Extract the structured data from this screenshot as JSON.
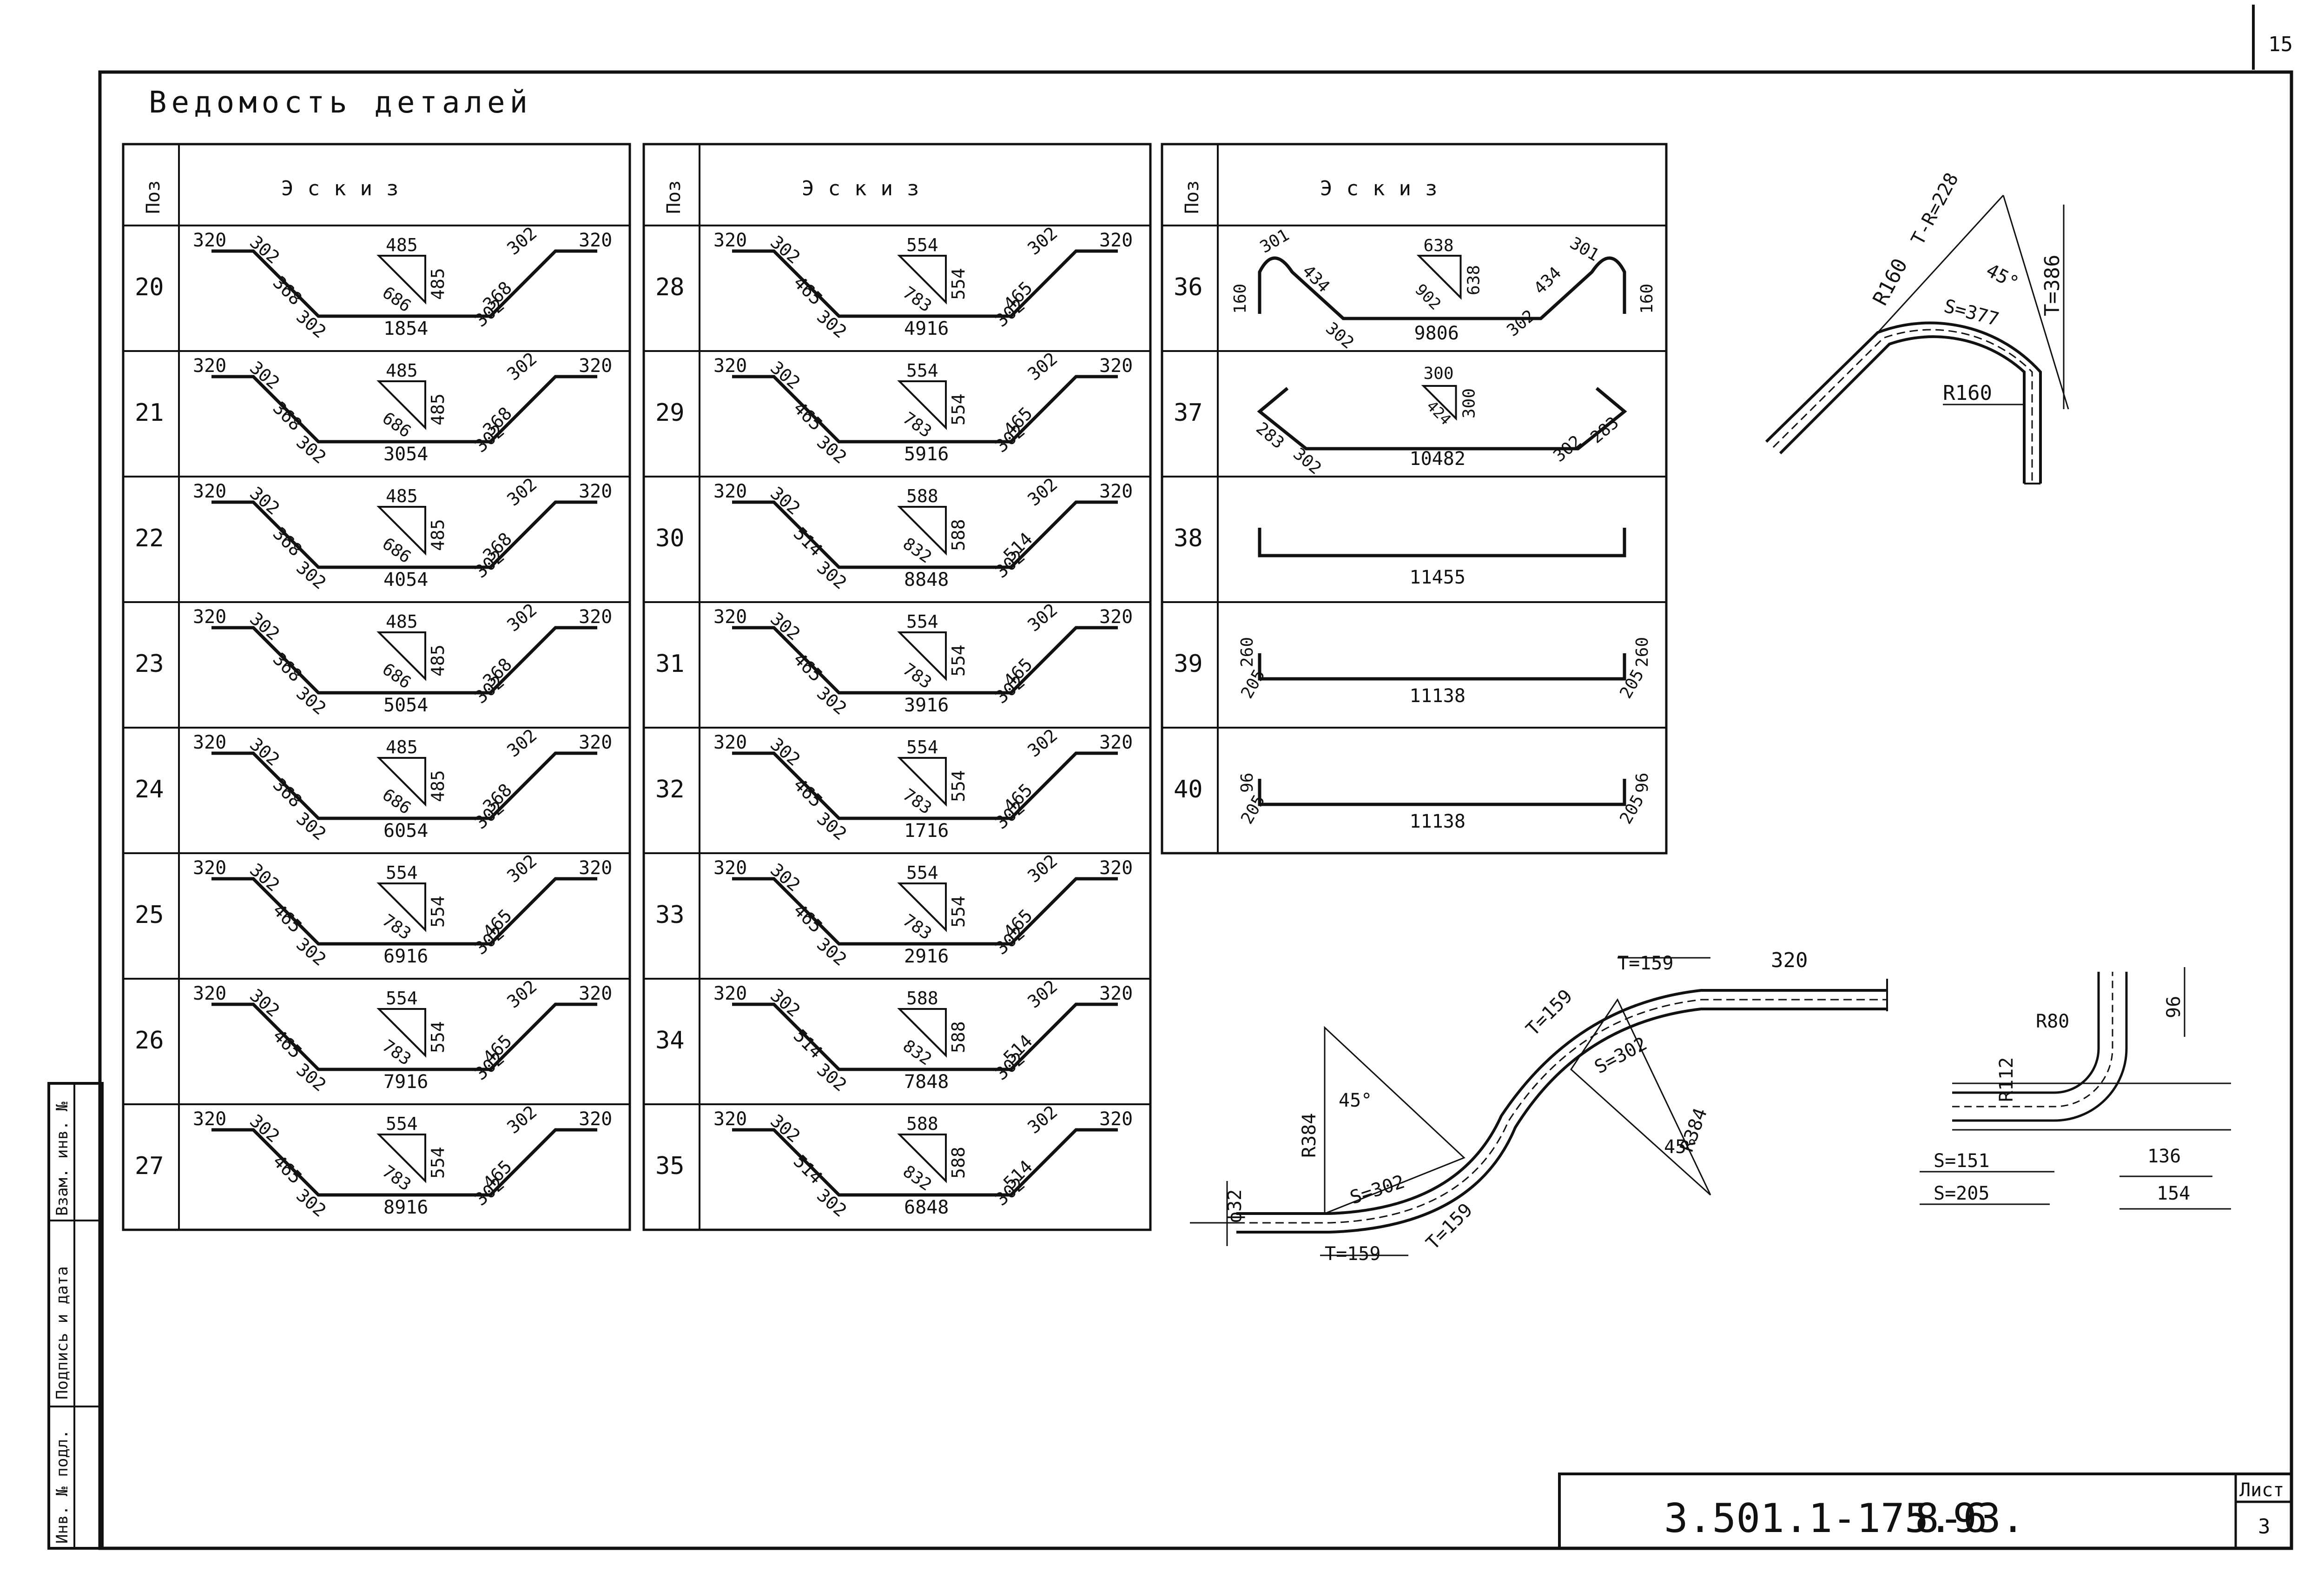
{
  "title": "Ведомость деталей",
  "page_number_corner": "15",
  "header": {
    "pos": "Поз",
    "sketch": "Эскиз"
  },
  "left_strip": [
    "Взам. инв. №",
    "Подпись и дата",
    "Инв. № подл."
  ],
  "title_block": {
    "code": "3.501.1-175.93.",
    "sheet_id": "8-6",
    "sheet_label": "Лист",
    "sheet_no": "3"
  },
  "tables": [
    {
      "rows": [
        {
          "pos": "20",
          "a": "320",
          "b": "302",
          "c": "368",
          "d": "302",
          "len": "1854",
          "h": "485",
          "s": "686",
          "v": "485"
        },
        {
          "pos": "21",
          "a": "320",
          "b": "302",
          "c": "368",
          "d": "302",
          "len": "3054",
          "h": "485",
          "s": "686",
          "v": "485"
        },
        {
          "pos": "22",
          "a": "320",
          "b": "302",
          "c": "368",
          "d": "302",
          "len": "4054",
          "h": "485",
          "s": "686",
          "v": "485"
        },
        {
          "pos": "23",
          "a": "320",
          "b": "302",
          "c": "368",
          "d": "302",
          "len": "5054",
          "h": "485",
          "s": "686",
          "v": "485"
        },
        {
          "pos": "24",
          "a": "320",
          "b": "302",
          "c": "368",
          "d": "302",
          "len": "6054",
          "h": "485",
          "s": "686",
          "v": "485"
        },
        {
          "pos": "25",
          "a": "320",
          "b": "302",
          "c": "465",
          "d": "302",
          "len": "6916",
          "h": "554",
          "s": "783",
          "v": "554"
        },
        {
          "pos": "26",
          "a": "320",
          "b": "302",
          "c": "465",
          "d": "302",
          "len": "7916",
          "h": "554",
          "s": "783",
          "v": "554"
        },
        {
          "pos": "27",
          "a": "320",
          "b": "302",
          "c": "465",
          "d": "302",
          "len": "8916",
          "h": "554",
          "s": "783",
          "v": "554"
        }
      ]
    },
    {
      "rows": [
        {
          "pos": "28",
          "a": "320",
          "b": "302",
          "c": "465",
          "d": "302",
          "len": "4916",
          "h": "554",
          "s": "783",
          "v": "554"
        },
        {
          "pos": "29",
          "a": "320",
          "b": "302",
          "c": "465",
          "d": "302",
          "len": "5916",
          "h": "554",
          "s": "783",
          "v": "554"
        },
        {
          "pos": "30",
          "a": "320",
          "b": "302",
          "c": "514",
          "d": "302",
          "len": "8848",
          "h": "588",
          "s": "832",
          "v": "588"
        },
        {
          "pos": "31",
          "a": "320",
          "b": "302",
          "c": "465",
          "d": "302",
          "len": "3916",
          "h": "554",
          "s": "783",
          "v": "554"
        },
        {
          "pos": "32",
          "a": "320",
          "b": "302",
          "c": "465",
          "d": "302",
          "len": "1716",
          "h": "554",
          "s": "783",
          "v": "554"
        },
        {
          "pos": "33",
          "a": "320",
          "b": "302",
          "c": "465",
          "d": "302",
          "len": "2916",
          "h": "554",
          "s": "783",
          "v": "554"
        },
        {
          "pos": "34",
          "a": "320",
          "b": "302",
          "c": "514",
          "d": "302",
          "len": "7848",
          "h": "588",
          "s": "832",
          "v": "588"
        },
        {
          "pos": "35",
          "a": "320",
          "b": "302",
          "c": "514",
          "d": "302",
          "len": "6848",
          "h": "588",
          "s": "832",
          "v": "588"
        }
      ]
    }
  ],
  "table3": [
    {
      "pos": "36",
      "labels": {
        "hook": "160",
        "arc": "301",
        "slope": "434",
        "bend": "302",
        "len": "9806",
        "h": "638",
        "s": "902",
        "v": "638"
      }
    },
    {
      "pos": "37",
      "labels": {
        "end": "283",
        "bend": "302",
        "len": "10482",
        "h": "300",
        "s": "424",
        "v": "300"
      }
    },
    {
      "pos": "38",
      "labels": {
        "len": "11455"
      }
    },
    {
      "pos": "39",
      "labels": {
        "up": "260",
        "foot": "205",
        "len": "11138"
      }
    },
    {
      "pos": "40",
      "labels": {
        "up": "96",
        "foot": "205",
        "len": "11138"
      }
    }
  ],
  "detail_bend": {
    "r1": "R160",
    "tr": "T-R=228",
    "ang": "45°",
    "s": "S=377",
    "t": "T=386",
    "r2": "R160"
  },
  "detail_s": {
    "dia": "ф32",
    "r1": "R384",
    "ang1": "45°",
    "s1": "S=302",
    "t1": "T=159",
    "t2": "T=159",
    "t3": "T=159",
    "t4": "T=159",
    "s2": "S=302",
    "r2": "R384",
    "ang2": "45°",
    "len": "320"
  },
  "detail_hook": {
    "r80": "R80",
    "h96": "96",
    "r112": "R112",
    "s151": "S=151",
    "s205": "S=205",
    "w136": "136",
    "w154": "154"
  }
}
